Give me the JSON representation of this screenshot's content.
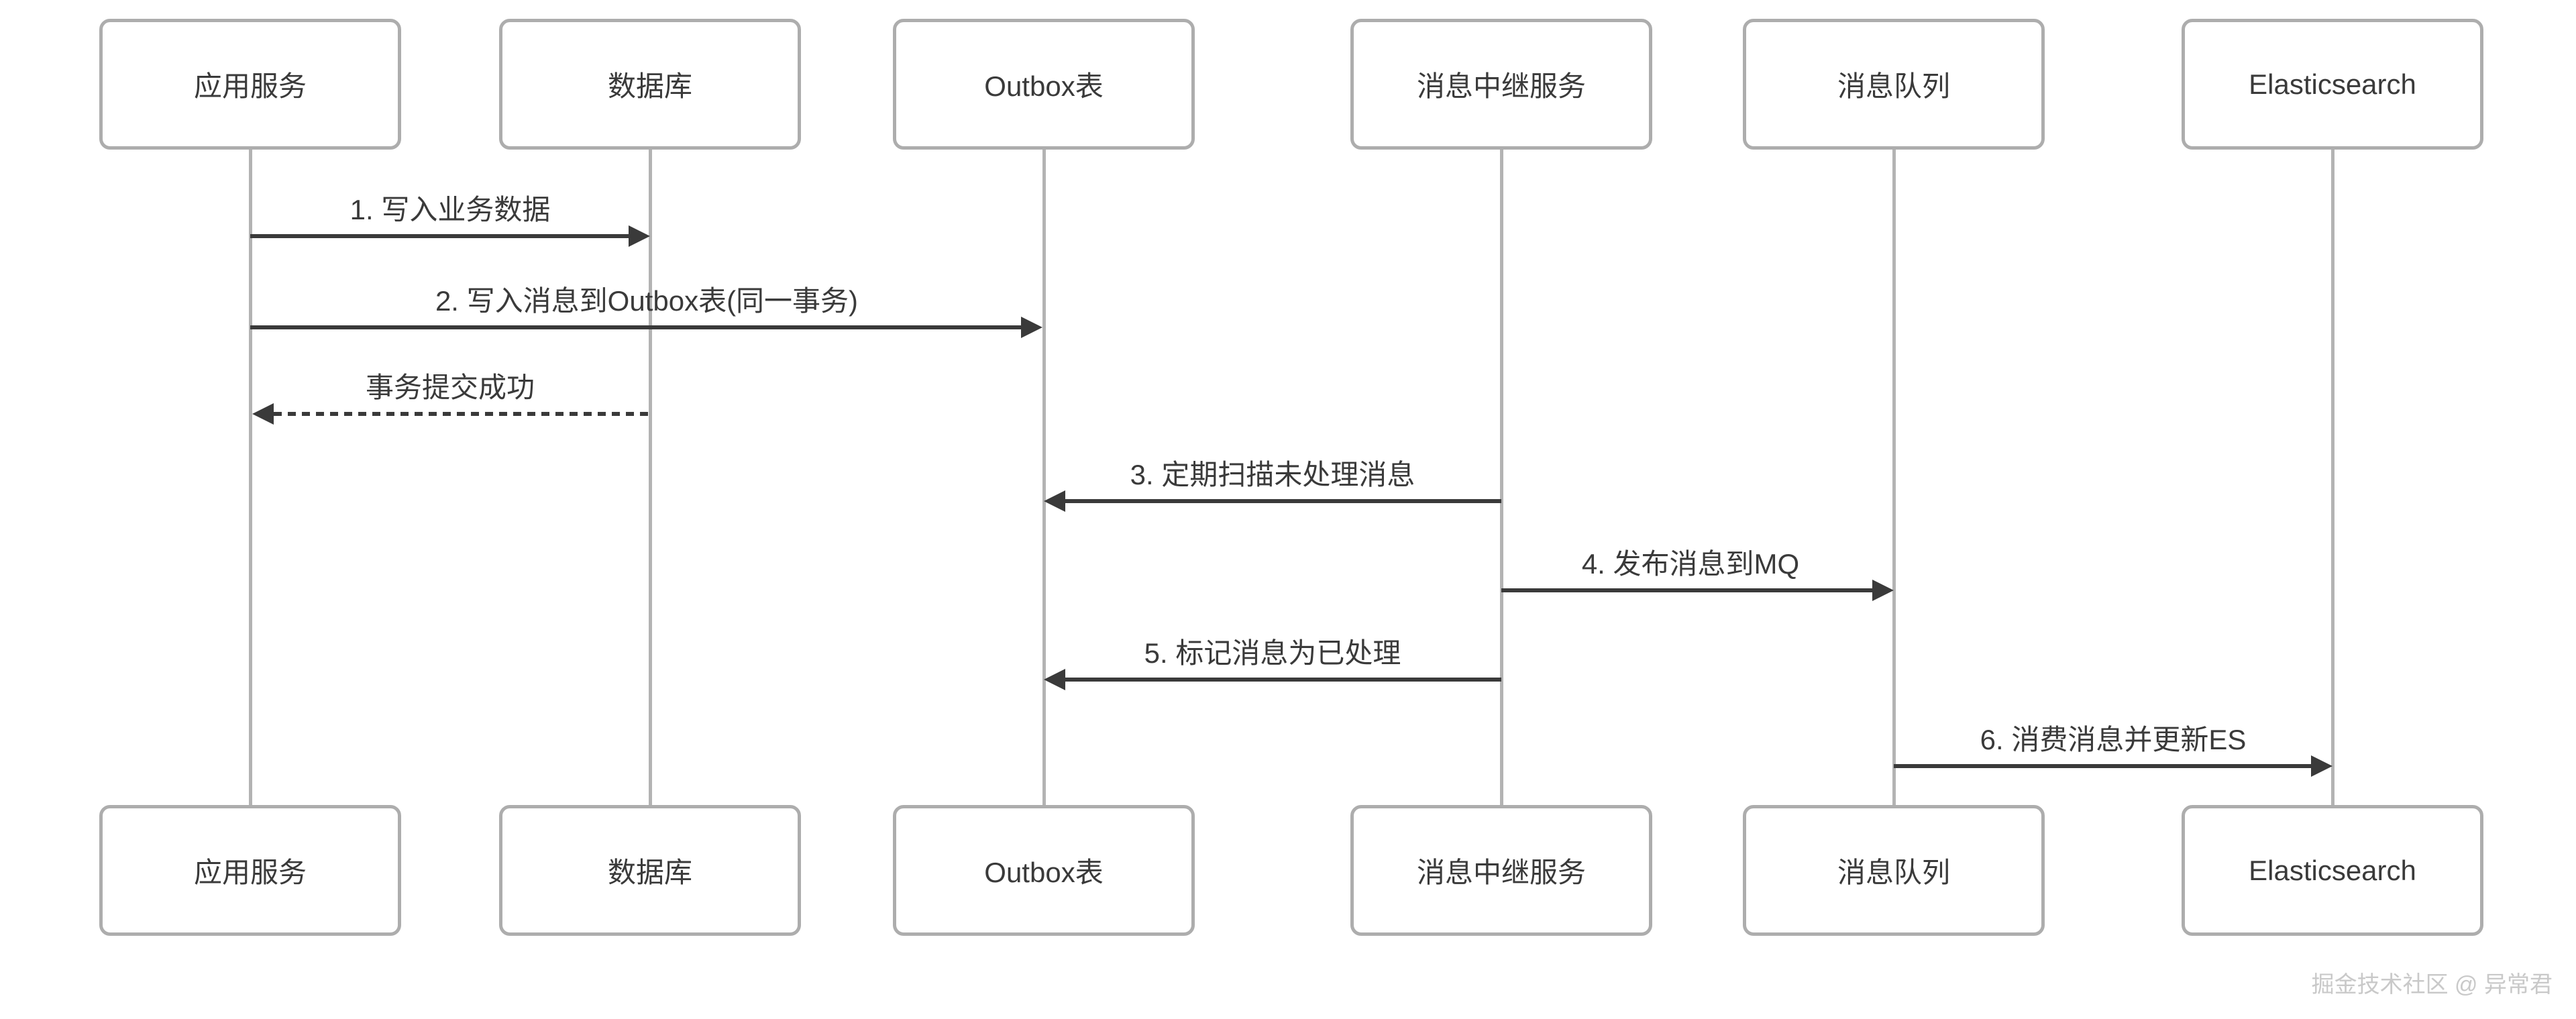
{
  "participants": [
    {
      "id": "app-service",
      "label": "应用服务"
    },
    {
      "id": "database",
      "label": "数据库"
    },
    {
      "id": "outbox-table",
      "label": "Outbox表"
    },
    {
      "id": "message-relay-service",
      "label": "消息中继服务"
    },
    {
      "id": "message-queue",
      "label": "消息队列"
    },
    {
      "id": "elasticsearch",
      "label": "Elasticsearch"
    }
  ],
  "messages": [
    {
      "label": "1. 写入业务数据",
      "from": "应用服务",
      "to": "数据库",
      "style": "solid",
      "direction": "right"
    },
    {
      "label": "2. 写入消息到Outbox表(同一事务)",
      "from": "应用服务",
      "to": "Outbox表",
      "style": "solid",
      "direction": "right"
    },
    {
      "label": "事务提交成功",
      "from": "数据库",
      "to": "应用服务",
      "style": "dashed",
      "direction": "left"
    },
    {
      "label": "3. 定期扫描未处理消息",
      "from": "消息中继服务",
      "to": "Outbox表",
      "style": "solid",
      "direction": "left"
    },
    {
      "label": "4. 发布消息到MQ",
      "from": "消息中继服务",
      "to": "消息队列",
      "style": "solid",
      "direction": "right"
    },
    {
      "label": "5. 标记消息为已处理",
      "from": "消息中继服务",
      "to": "Outbox表",
      "style": "solid",
      "direction": "left"
    },
    {
      "label": "6. 消费消息并更新ES",
      "from": "消息队列",
      "to": "Elasticsearch",
      "style": "solid",
      "direction": "right"
    }
  ],
  "watermark": "掘金技术社区 @ 异常君",
  "colors": {
    "background": "#ffffff",
    "box_border": "#adadad",
    "lifeline": "#b3b3b3",
    "arrow": "#3a3a3a",
    "label_text": "#3a3a3a",
    "watermark_text": "#c9c9c9"
  }
}
